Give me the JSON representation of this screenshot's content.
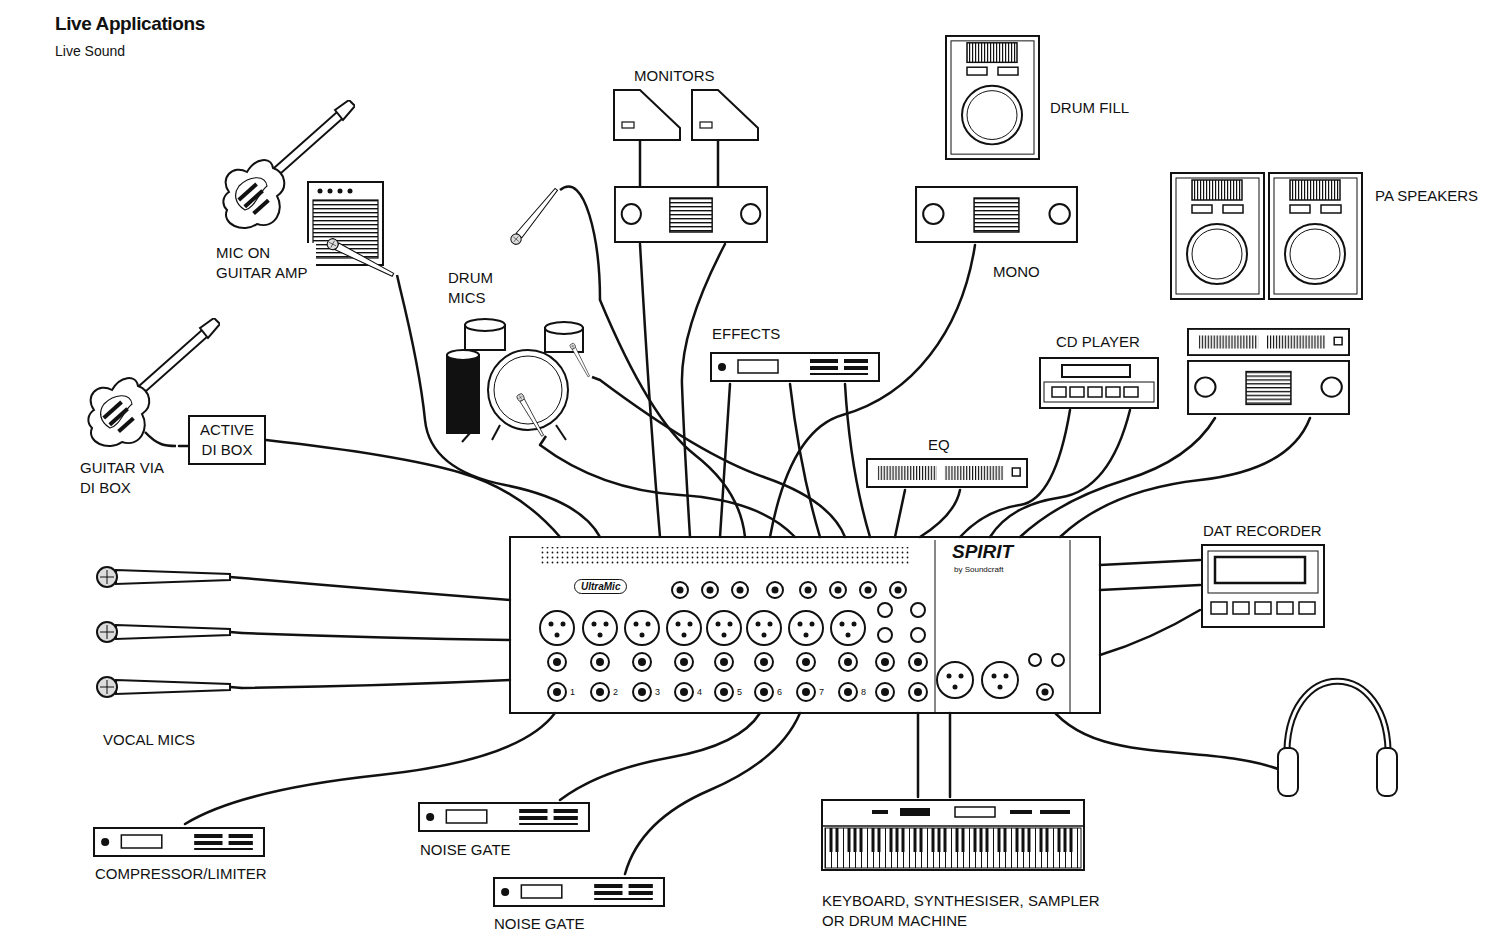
{
  "diagram": {
    "title": "Live Applications",
    "nodes": [
      {
        "text": [
          "MONITORS"
        ]
      },
      {
        "text": [
          "DRUM FILL"
        ]
      },
      {
        "text": [
          "MIC ON GUITAR AMP"
        ]
      },
      {
        "text": [
          "PA SPEAKERS"
        ]
      },
      {
        "text": [
          "DRUM MICS"
        ]
      },
      {
        "text": [
          "EFFECTS"
        ]
      },
      {
        "text": [
          "CD PLAYER"
        ]
      },
      {
        "text": [
          "ACTIVE DI BOX"
        ]
      },
      {
        "text": [
          "EQ"
        ]
      },
      {
        "text": [
          "GUITAR VIA DI BOX"
        ]
      },
      {
        "text": [
          "SPIRIT",
          "by Soundcraft",
          "UltraMic"
        ]
      },
      {
        "text": [
          "DAT RECORDER"
        ]
      },
      {
        "text": [
          "VOCAL MICS"
        ]
      },
      {
        "text": [
          "COMPRESSOR/LIMITER"
        ]
      },
      {
        "text": [
          "NOISE GATE"
        ]
      },
      {
        "text": [
          "NOISE GATE"
        ]
      },
      {
        "text": [
          "KEYBOARD, SYNTHESISER, SAMPLER OR DRUM MACHINE"
        ]
      }
    ],
    "edges": [
      {
        "from": 9,
        "to": 7,
        "arrow": "none"
      },
      {
        "from": 7,
        "to": 10,
        "arrow": "none"
      },
      {
        "from": 2,
        "to": 10,
        "arrow": "none"
      },
      {
        "from": 12,
        "to": 10,
        "arrow": "none"
      },
      {
        "from": 12,
        "to": 10,
        "arrow": "none"
      },
      {
        "from": 12,
        "to": 10,
        "arrow": "none"
      },
      {
        "from": 4,
        "to": 10,
        "arrow": "none"
      },
      {
        "from": 4,
        "to": 10,
        "arrow": "none"
      },
      {
        "from": 4,
        "to": 10,
        "arrow": "none"
      },
      {
        "from": 10,
        "to": 0,
        "arrow": "none"
      },
      {
        "from": 10,
        "to": 0,
        "arrow": "none"
      },
      {
        "from": 10,
        "to": 1,
        "label": "MONO",
        "arrow": "none"
      },
      {
        "from": 5,
        "to": 10,
        "arrow": "none"
      },
      {
        "from": 5,
        "to": 10,
        "arrow": "none"
      },
      {
        "from": 5,
        "to": 10,
        "arrow": "none"
      },
      {
        "from": 8,
        "to": 10,
        "arrow": "none"
      },
      {
        "from": 8,
        "to": 10,
        "arrow": "none"
      },
      {
        "from": 6,
        "to": 10,
        "arrow": "none"
      },
      {
        "from": 6,
        "to": 10,
        "arrow": "none"
      },
      {
        "from": 10,
        "to": 3,
        "arrow": "none"
      },
      {
        "from": 10,
        "to": 3,
        "arrow": "none"
      },
      {
        "from": 10,
        "to": 11,
        "arrow": "none"
      },
      {
        "from": 10,
        "to": 11,
        "arrow": "none"
      },
      {
        "from": 10,
        "to": 11,
        "arrow": "none"
      },
      {
        "from": 13,
        "to": 10,
        "arrow": "none"
      },
      {
        "from": 14,
        "to": 10,
        "arrow": "none"
      },
      {
        "from": 15,
        "to": 10,
        "arrow": "none"
      },
      {
        "from": 16,
        "to": 10,
        "arrow": "none"
      },
      {
        "from": 16,
        "to": 10,
        "arrow": "none"
      }
    ],
    "labels": [
      "Live Sound",
      "1",
      "2",
      "3",
      "4",
      "5",
      "6",
      "7",
      "8"
    ]
  }
}
